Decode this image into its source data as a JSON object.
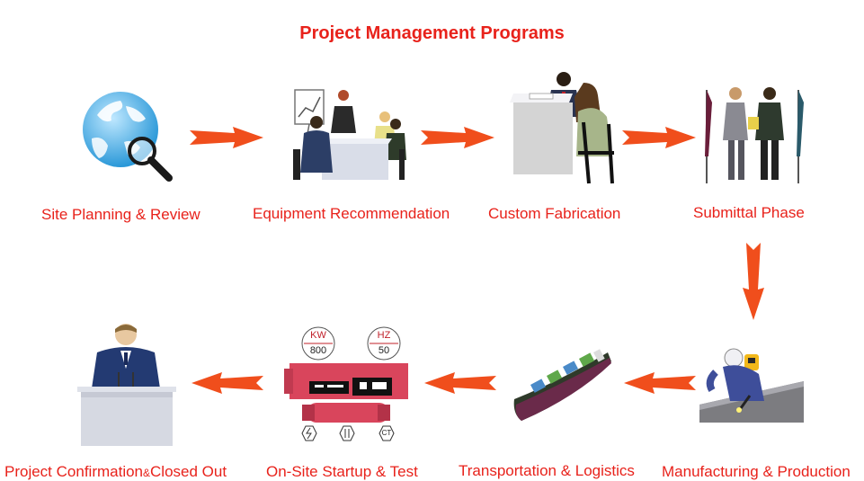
{
  "title": "Project Management Programs",
  "colors": {
    "accent": "#e8221b",
    "arrow": "#f04e1c",
    "equipment": "#d9455c"
  },
  "steps": [
    {
      "label": "Site Planning & Review",
      "icon": "globe-magnifier-icon"
    },
    {
      "label": "Equipment Recommendation",
      "icon": "meeting-icon"
    },
    {
      "label": "Custom Fabrication",
      "icon": "desk-discussion-icon"
    },
    {
      "label": "Submittal Phase",
      "icon": "handshake-icon"
    },
    {
      "label": "Manufacturing & Production",
      "icon": "welder-icon"
    },
    {
      "label": "Transportation & Logistics",
      "icon": "cargo-ship-icon"
    },
    {
      "label": "On-Site Startup & Test",
      "icon": "generator-icon"
    },
    {
      "label": "Project Confirmation",
      "icon": "podium-speaker-icon"
    }
  ],
  "confirmation_suffix": "Closed Out",
  "confirmation_joiner": "&",
  "generator": {
    "kw_label": "KW",
    "kw_value": "800",
    "hz_label": "HZ",
    "hz_value": "50",
    "ct_label": "CT"
  }
}
